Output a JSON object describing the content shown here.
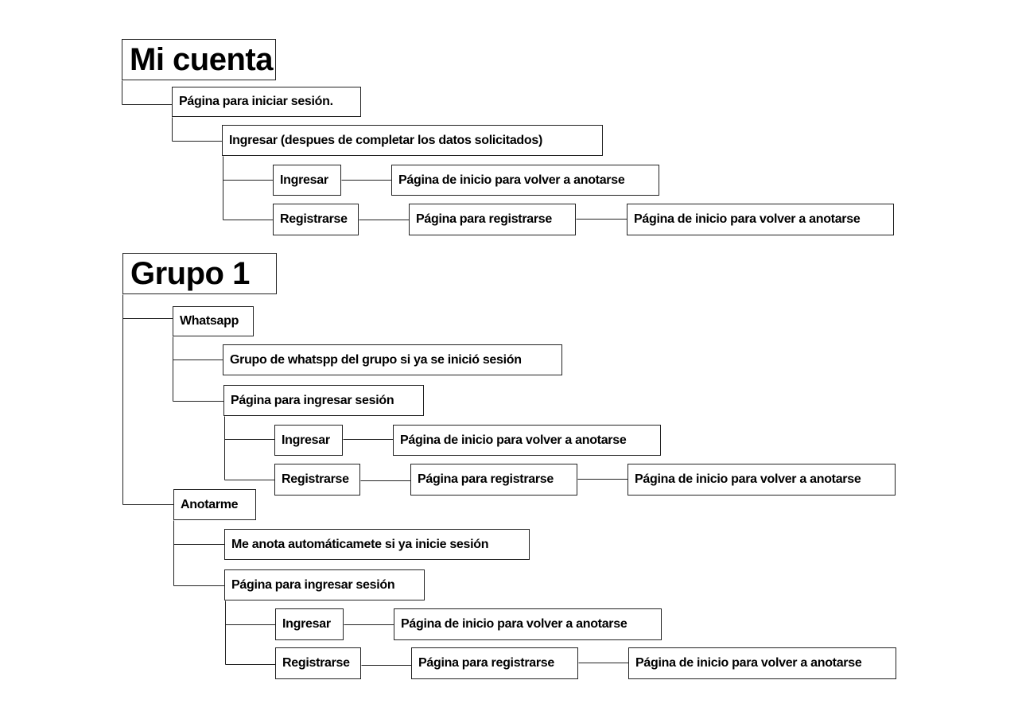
{
  "diagram": {
    "line_color": "#222222",
    "sections": [
      {
        "id": "s1",
        "title": "Mi cuenta"
      },
      {
        "id": "s2",
        "title": "Grupo 1"
      }
    ],
    "nodes": [
      {
        "id": "a1",
        "label": "Página para iniciar sesión."
      },
      {
        "id": "a2",
        "label": "Ingresar (despues de completar los datos solicitados)"
      },
      {
        "id": "a3",
        "label": "Ingresar"
      },
      {
        "id": "a4",
        "label": "Página de inicio para volver a anotarse"
      },
      {
        "id": "a5",
        "label": "Registrarse"
      },
      {
        "id": "a6",
        "label": "Página para registrarse"
      },
      {
        "id": "a7",
        "label": "Página de inicio para volver a anotarse"
      },
      {
        "id": "b1",
        "label": "Whatsapp"
      },
      {
        "id": "b2",
        "label": "Grupo de whatspp del grupo si ya se inició sesión"
      },
      {
        "id": "b3",
        "label": "Página para ingresar sesión"
      },
      {
        "id": "b4",
        "label": "Ingresar"
      },
      {
        "id": "b5",
        "label": "Página de inicio para volver a anotarse"
      },
      {
        "id": "b6",
        "label": "Registrarse"
      },
      {
        "id": "b7",
        "label": "Página para registrarse"
      },
      {
        "id": "b8",
        "label": "Página de inicio para volver a anotarse"
      },
      {
        "id": "c1",
        "label": "Anotarme"
      },
      {
        "id": "c2",
        "label": "Me anota automáticamete si ya inicie sesión"
      },
      {
        "id": "c3",
        "label": "Página para ingresar sesión"
      },
      {
        "id": "c4",
        "label": "Ingresar"
      },
      {
        "id": "c5",
        "label": "Página de inicio para volver a anotarse"
      },
      {
        "id": "c6",
        "label": "Registrarse"
      },
      {
        "id": "c7",
        "label": "Página para registrarse"
      },
      {
        "id": "c8",
        "label": "Página de inicio para volver a anotarse"
      }
    ]
  }
}
